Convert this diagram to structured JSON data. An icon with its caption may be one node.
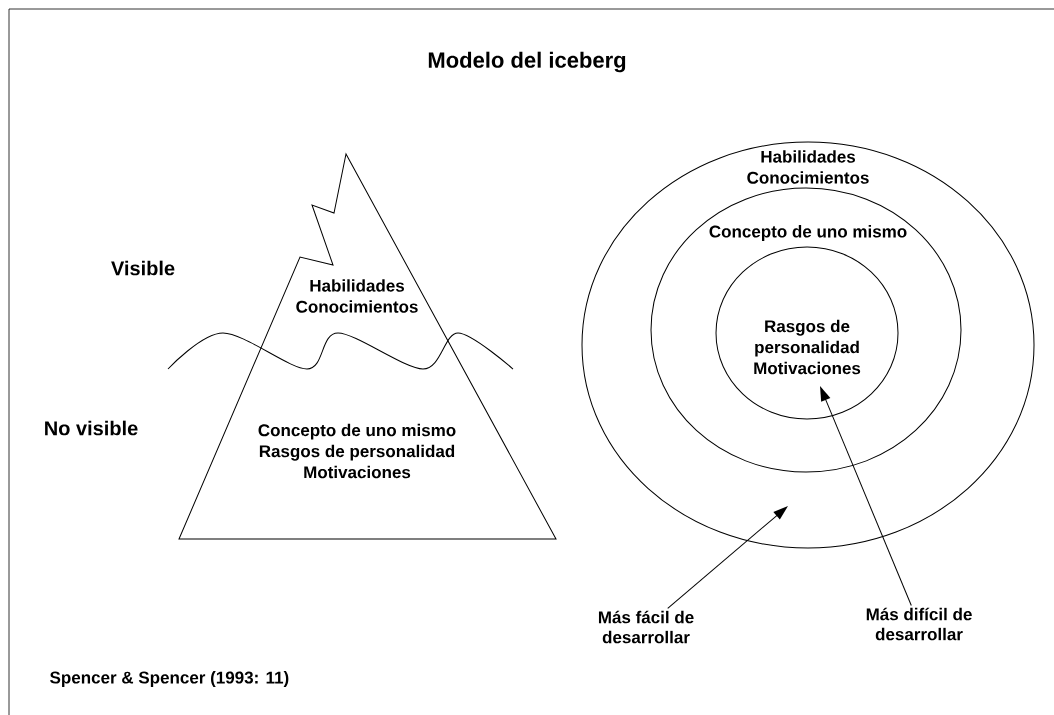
{
  "diagram": {
    "title": "Modelo del iceberg",
    "caption": "Spencer & Spencer (1993: 11)",
    "nodes": [
      {
        "text": [
          "Habilidades Conocimientos",
          "Concepto de uno mismo Rasgos de personalidad Motivaciones"
        ]
      },
      {
        "text": [
          "Habilidades Conocimientos"
        ]
      },
      {
        "text": [
          "Concepto de uno mismo"
        ],
        "in": 1
      },
      {
        "text": [
          "Rasgos de personalidad Motivaciones"
        ],
        "in": 2
      },
      {
        "text": [
          "Más fácil de desarrollar"
        ]
      },
      {
        "text": [
          "Más difícil de desarrollar"
        ]
      }
    ],
    "edges": [
      {
        "from": 4,
        "to": 1,
        "arrow": "to"
      },
      {
        "from": 5,
        "to": 3,
        "arrow": "to"
      }
    ],
    "labels": [
      "Visible",
      "No visible"
    ]
  }
}
